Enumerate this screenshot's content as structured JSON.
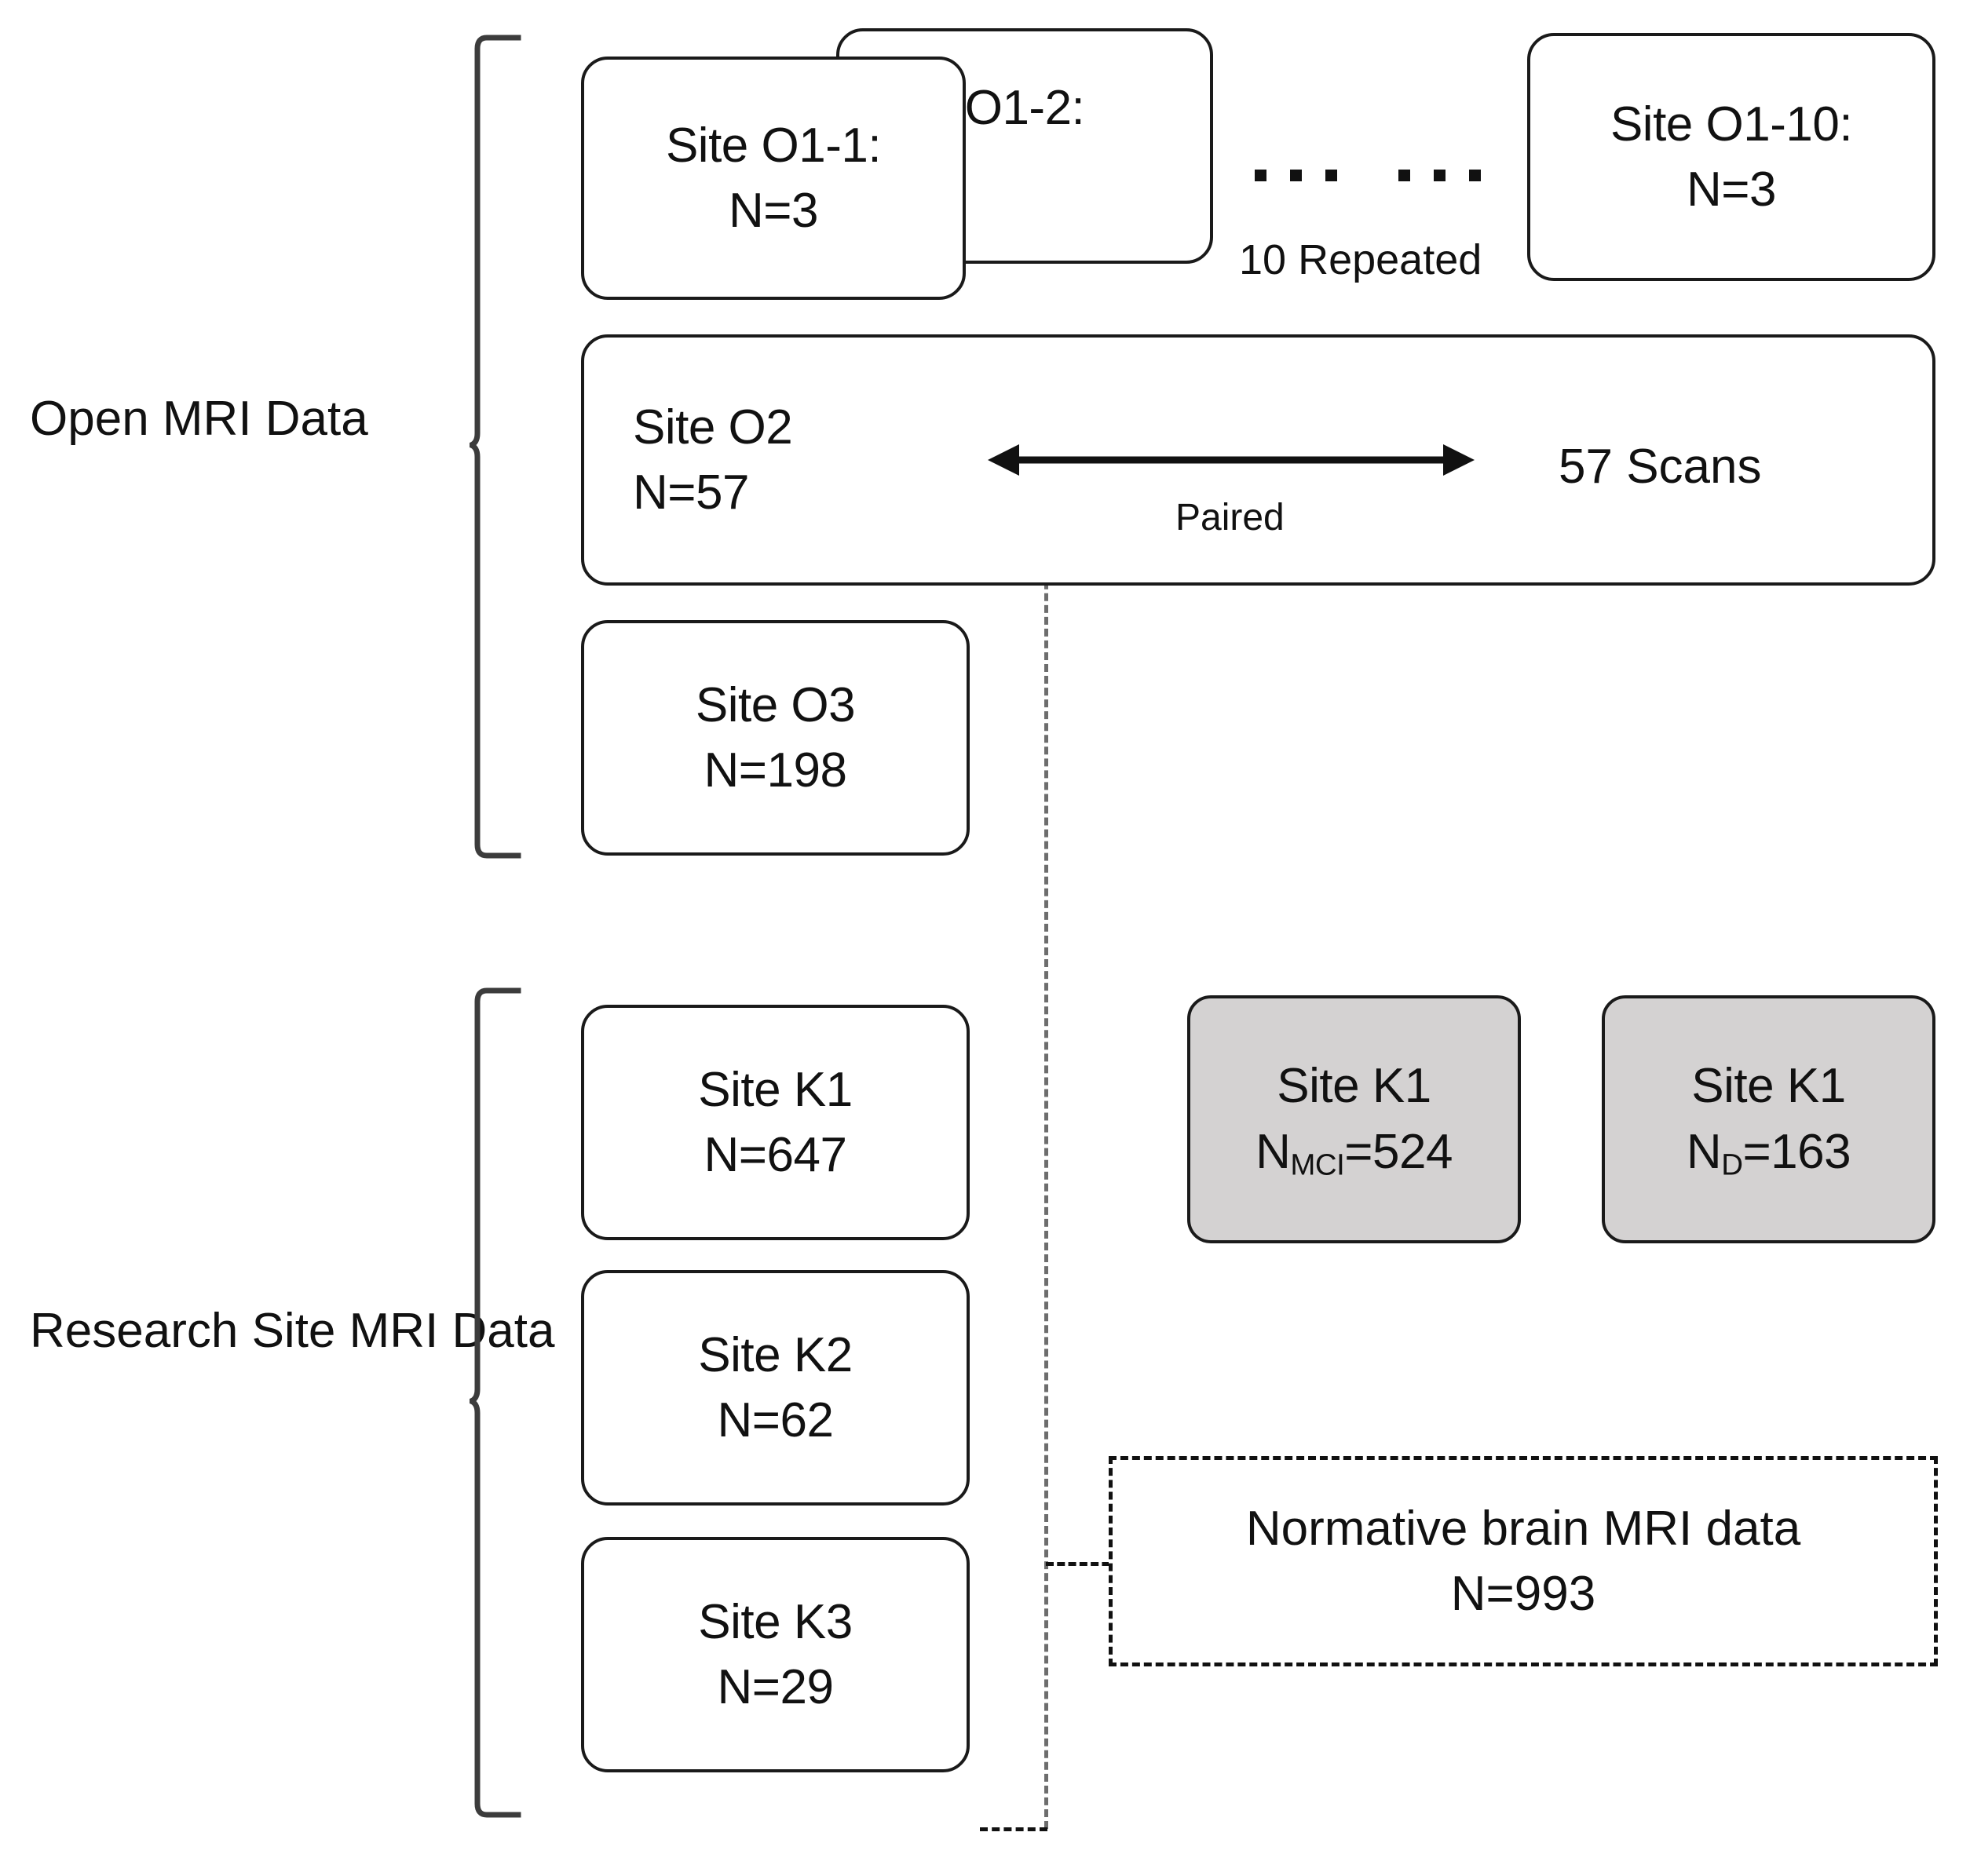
{
  "diagram": {
    "title": "MRI data sources flow diagram",
    "groups": [
      {
        "id": "open",
        "label_line1": "Open",
        "label_line2": "MRI Data"
      },
      {
        "id": "research",
        "label_line1": "Research Site",
        "label_line2": "MRI Data"
      }
    ],
    "open_sites": {
      "o1_1": {
        "line1": "Site O1-1:",
        "line2": "N=3"
      },
      "o1_2": {
        "line1": "O1-2:",
        "line2": ""
      },
      "o1_10": {
        "line1": "Site O1-10:",
        "line2": "N=3"
      },
      "repeat_note": "10 Repeated",
      "o2": {
        "line1": "Site O2",
        "line2": "N=57"
      },
      "o2_paired_label": "Paired",
      "o2_scans": "57 Scans",
      "o3": {
        "line1": "Site O3",
        "line2": "N=198"
      }
    },
    "research_sites": {
      "k1": {
        "line1": "Site K1",
        "line2": "N=647"
      },
      "k2": {
        "line1": "Site K2",
        "line2": "N=62"
      },
      "k3": {
        "line1": "Site K3",
        "line2": "N=29"
      }
    },
    "subgroups": {
      "k1_mci": {
        "line1": "Site K1",
        "n_symbol": "N",
        "n_subscript": "MCI",
        "n_value": "=524"
      },
      "k1_d": {
        "line1": "Site K1",
        "n_symbol": "N",
        "n_subscript": "D",
        "n_value": "=163"
      }
    },
    "normative": {
      "line1": "Normative brain MRI data",
      "line2": "N=993"
    },
    "colors": {
      "stroke": "#1a1a1a",
      "shaded_fill": "#d4d2d2",
      "dashed_connector": "#6d6d6d",
      "background": "#ffffff"
    }
  }
}
